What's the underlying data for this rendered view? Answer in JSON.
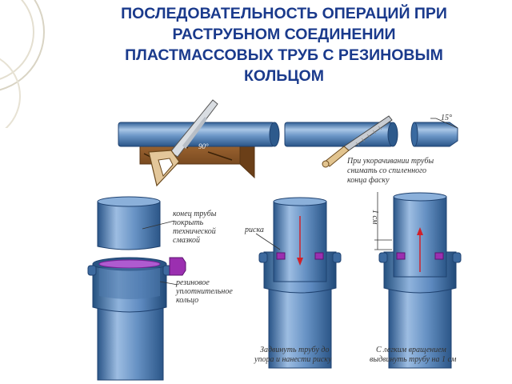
{
  "title": {
    "line1": "ПОСЛЕДОВАТЕЛЬНОСТЬ ОПЕРАЦИЙ ПРИ",
    "line2": "РАСТРУБНОМ СОЕДИНЕНИИ",
    "line3": "ПЛАСТМАССОВЫХ ТРУБ С РЕЗИНОВЫМ",
    "line4": "КОЛЬЦОМ"
  },
  "labels": {
    "angle_90": "90°",
    "angle_15": "15°",
    "chamfer_line1": "При укорачивании трубы",
    "chamfer_line2": "снимать со спиленного",
    "chamfer_line3": "конца фаску",
    "lube_line1": "конец трубы",
    "lube_line2": "покрыть",
    "lube_line3": "технической",
    "lube_line4": "смазкой",
    "ring_line1": "резиновое",
    "ring_line2": "уплотнительное",
    "ring_line3": "кольцо",
    "mark": "риска",
    "gap": "1 см",
    "insert_line1": "Задвинуть трубу до",
    "insert_line2": "упора и нанести риску",
    "withdraw_line1": "С легким вращением",
    "withdraw_line2": "выдвинуть трубу на 1 см"
  },
  "colors": {
    "title": "#1a3a8c",
    "pipe": "#5b8ac0",
    "wood": "#8b5a2b",
    "ring": "#9b2fb0",
    "arrow": "#d0202a"
  }
}
